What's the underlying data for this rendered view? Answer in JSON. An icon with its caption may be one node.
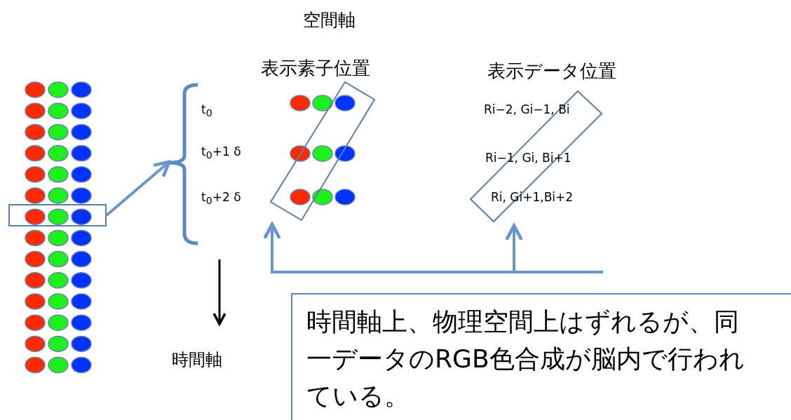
{
  "diagram": {
    "nodes": [
      {
        "text": [],
        "shape": "box"
      },
      {
        "text": [],
        "shape": "bracket"
      },
      {
        "text": [],
        "shape": "box"
      },
      {
        "text": [],
        "shape": "box"
      },
      {
        "text": [
          "時間軸上、物理空間上はずれるが、同一データのRGB色合成が脳内で行われている。"
        ]
      }
    ],
    "edges": [
      {
        "from": 0,
        "to": 1,
        "arrow": "to"
      },
      {
        "from": null,
        "to": 2,
        "arrow": "to"
      },
      {
        "from": null,
        "to": 3,
        "arrow": "to"
      }
    ],
    "labels": [
      "空間軸",
      "表示素子位置",
      "表示データ位置",
      "t$_{0}$",
      "Ri−2, Gi−1, Bi",
      "t$_{0}$+1 δ",
      "Ri−1, Gi, Bi+1",
      "t$_{0}$+2 δ",
      "Ri, Gi+1,Bi+2",
      "時間軸"
    ]
  }
}
